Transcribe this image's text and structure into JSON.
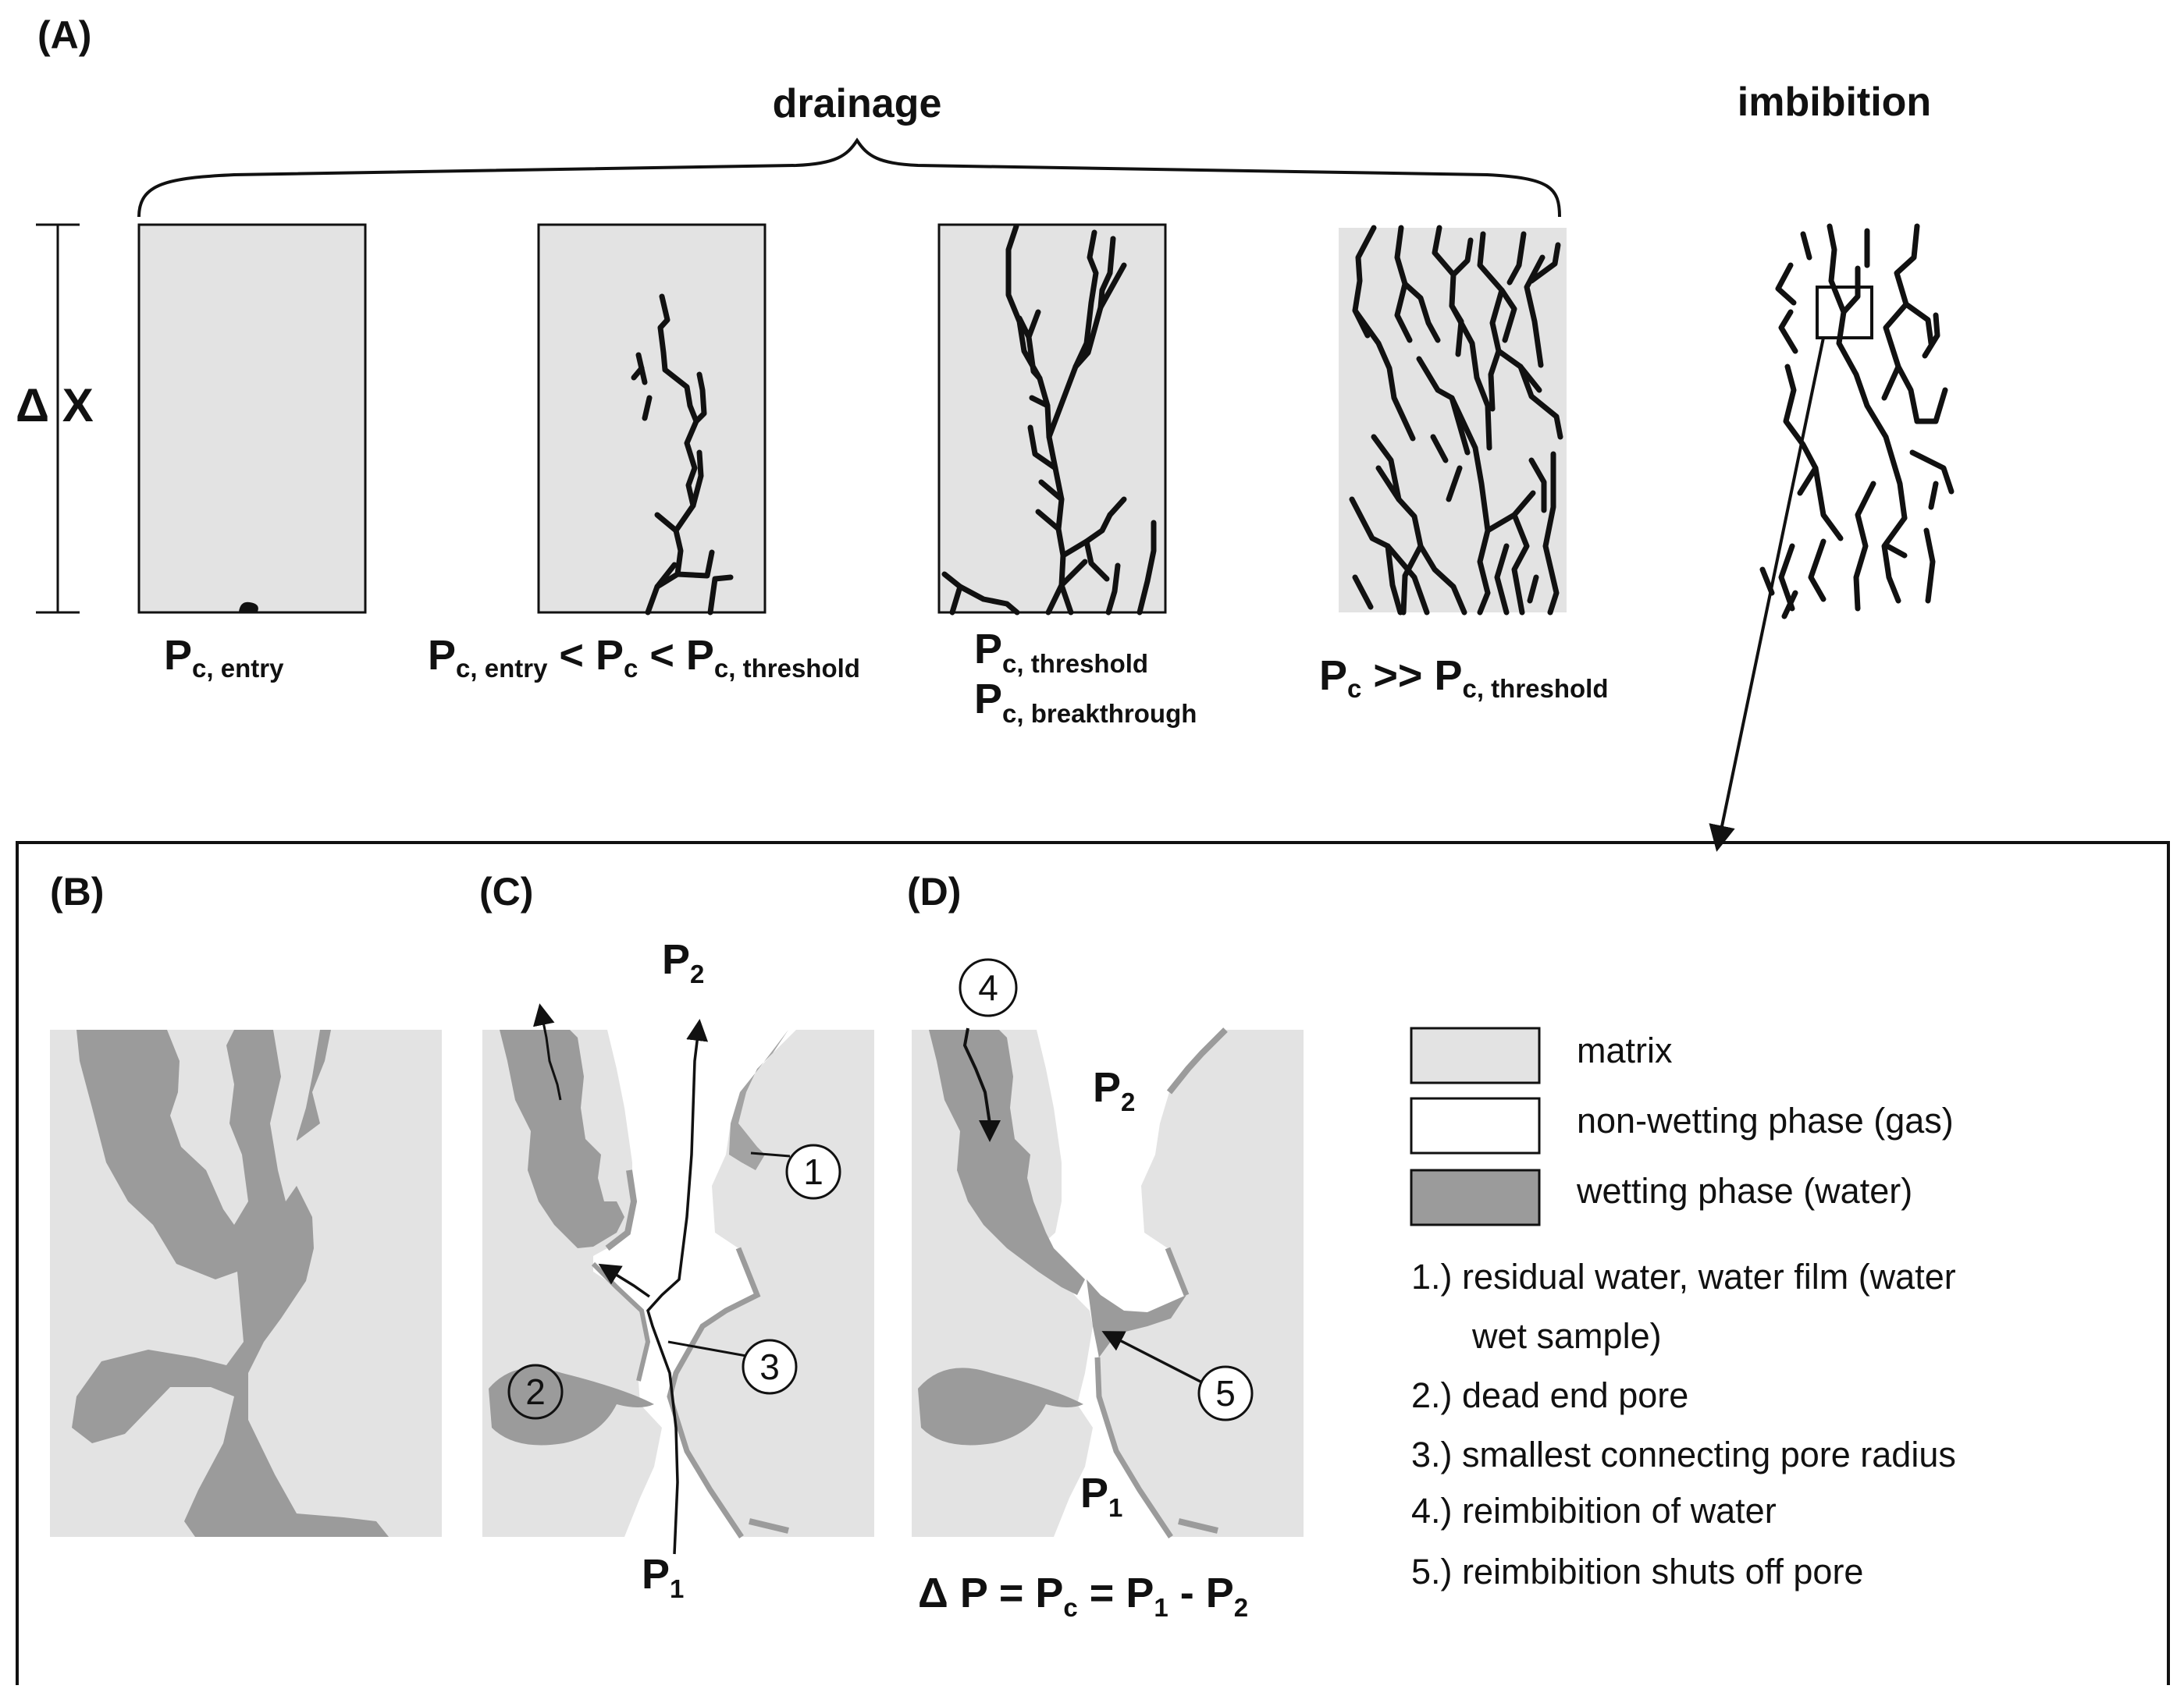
{
  "panels": {
    "a": "(A)",
    "b": "(B)",
    "c": "(C)",
    "d": "(D)"
  },
  "headers": {
    "drainage": "drainage",
    "imbibition": "imbibition"
  },
  "delta_x": "Δ X",
  "pressure_labels": {
    "l1": {
      "p": "P",
      "sub": "c, entry"
    },
    "l2": {
      "p1": "P",
      "s1": "c, entry",
      "op1": " < P",
      "s2": "c",
      "op2": " < P",
      "s3": "c, threshold"
    },
    "l3a": {
      "p": "P",
      "sub": "c, threshold"
    },
    "l3b": {
      "p": "P",
      "sub": "c, breakthrough"
    },
    "l4": {
      "p1": "P",
      "s1": "c",
      "op": " >> P",
      "s2": "c, threshold"
    }
  },
  "points": {
    "p2": "P",
    "p2sub": "2",
    "p1": "P",
    "p1sub": "1"
  },
  "equation": {
    "a": "Δ P = P",
    "b": "c",
    "c": " = P",
    "d": "1",
    "e": " - P",
    "f": "2"
  },
  "circled": [
    "1",
    "2",
    "3",
    "4",
    "5"
  ],
  "legend": {
    "matrix": "matrix",
    "nonwetting": "non-wetting phase (gas)",
    "wetting": "wetting phase (water)",
    "notes": [
      "1.) residual water, water film (water",
      "wet sample)",
      "2.) dead end pore",
      "3.) smallest connecting pore radius",
      "4.) reimbibition  of water",
      "5.) reimbibition shuts off pore"
    ]
  },
  "colors": {
    "matrix": "#e3e3e3",
    "water": "#9b9b9b",
    "gas": "#ffffff",
    "ink": "#111111"
  }
}
